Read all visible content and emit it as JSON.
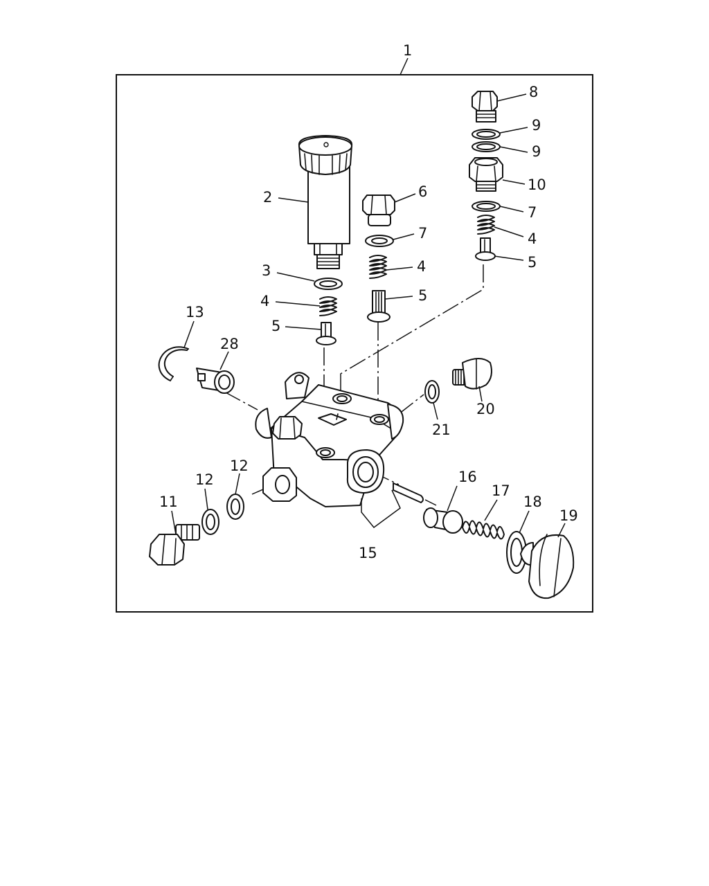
{
  "diagram": {
    "callouts": {
      "c1": "1",
      "c2": "2",
      "c3": "3",
      "c4a": "4",
      "c4b": "4",
      "c4c": "4",
      "c5a": "5",
      "c5b": "5",
      "c5c": "5",
      "c6": "6",
      "c7a": "7",
      "c7b": "7",
      "c8": "8",
      "c9a": "9",
      "c9b": "9",
      "c10": "10",
      "c11": "11",
      "c12a": "12",
      "c12b": "12",
      "c13": "13",
      "c15": "15",
      "c16": "16",
      "c17": "17",
      "c18": "18",
      "c19": "19",
      "c20": "20",
      "c21": "21",
      "c28": "28"
    }
  }
}
